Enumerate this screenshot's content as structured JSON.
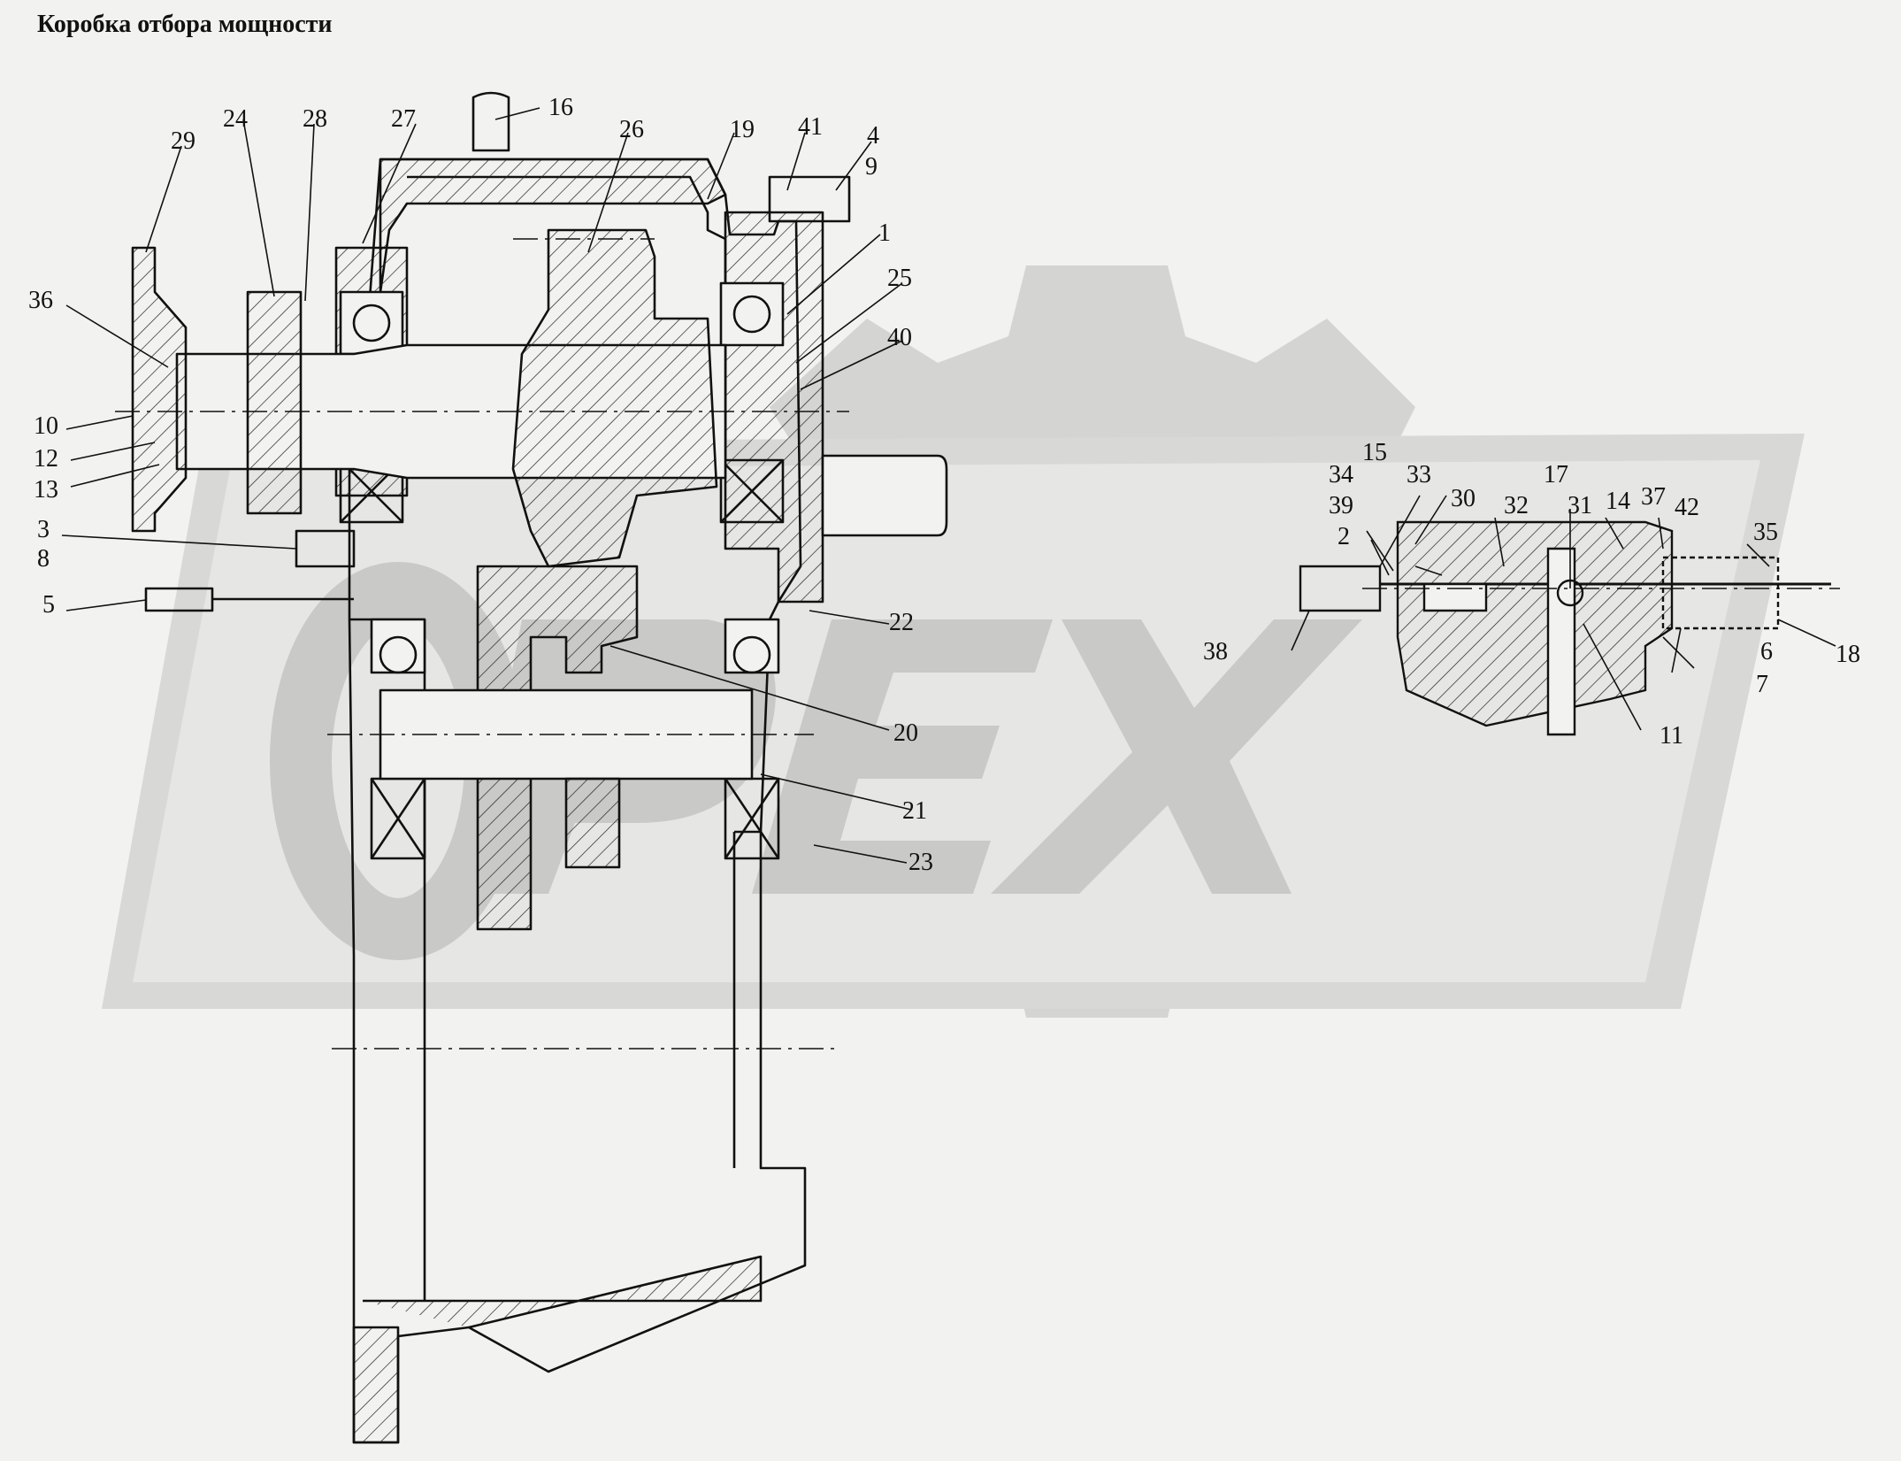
{
  "title": "Коробка отбора мощности",
  "watermark": {
    "text": "OPEX",
    "color": "#d4d4d2"
  },
  "colors": {
    "line": "#111111",
    "background": "#f2f2f0",
    "watermark": "#d4d4d2"
  },
  "callouts": [
    "29",
    "24",
    "28",
    "27",
    "16",
    "26",
    "19",
    "41",
    "4",
    "9",
    "1",
    "36",
    "25",
    "40",
    "10",
    "12",
    "13",
    "3",
    "8",
    "5",
    "22",
    "20",
    "21",
    "23",
    "34",
    "15",
    "33",
    "39",
    "2",
    "30",
    "32",
    "17",
    "31",
    "14",
    "37",
    "42",
    "35",
    "38",
    "6",
    "7",
    "18",
    "11"
  ]
}
